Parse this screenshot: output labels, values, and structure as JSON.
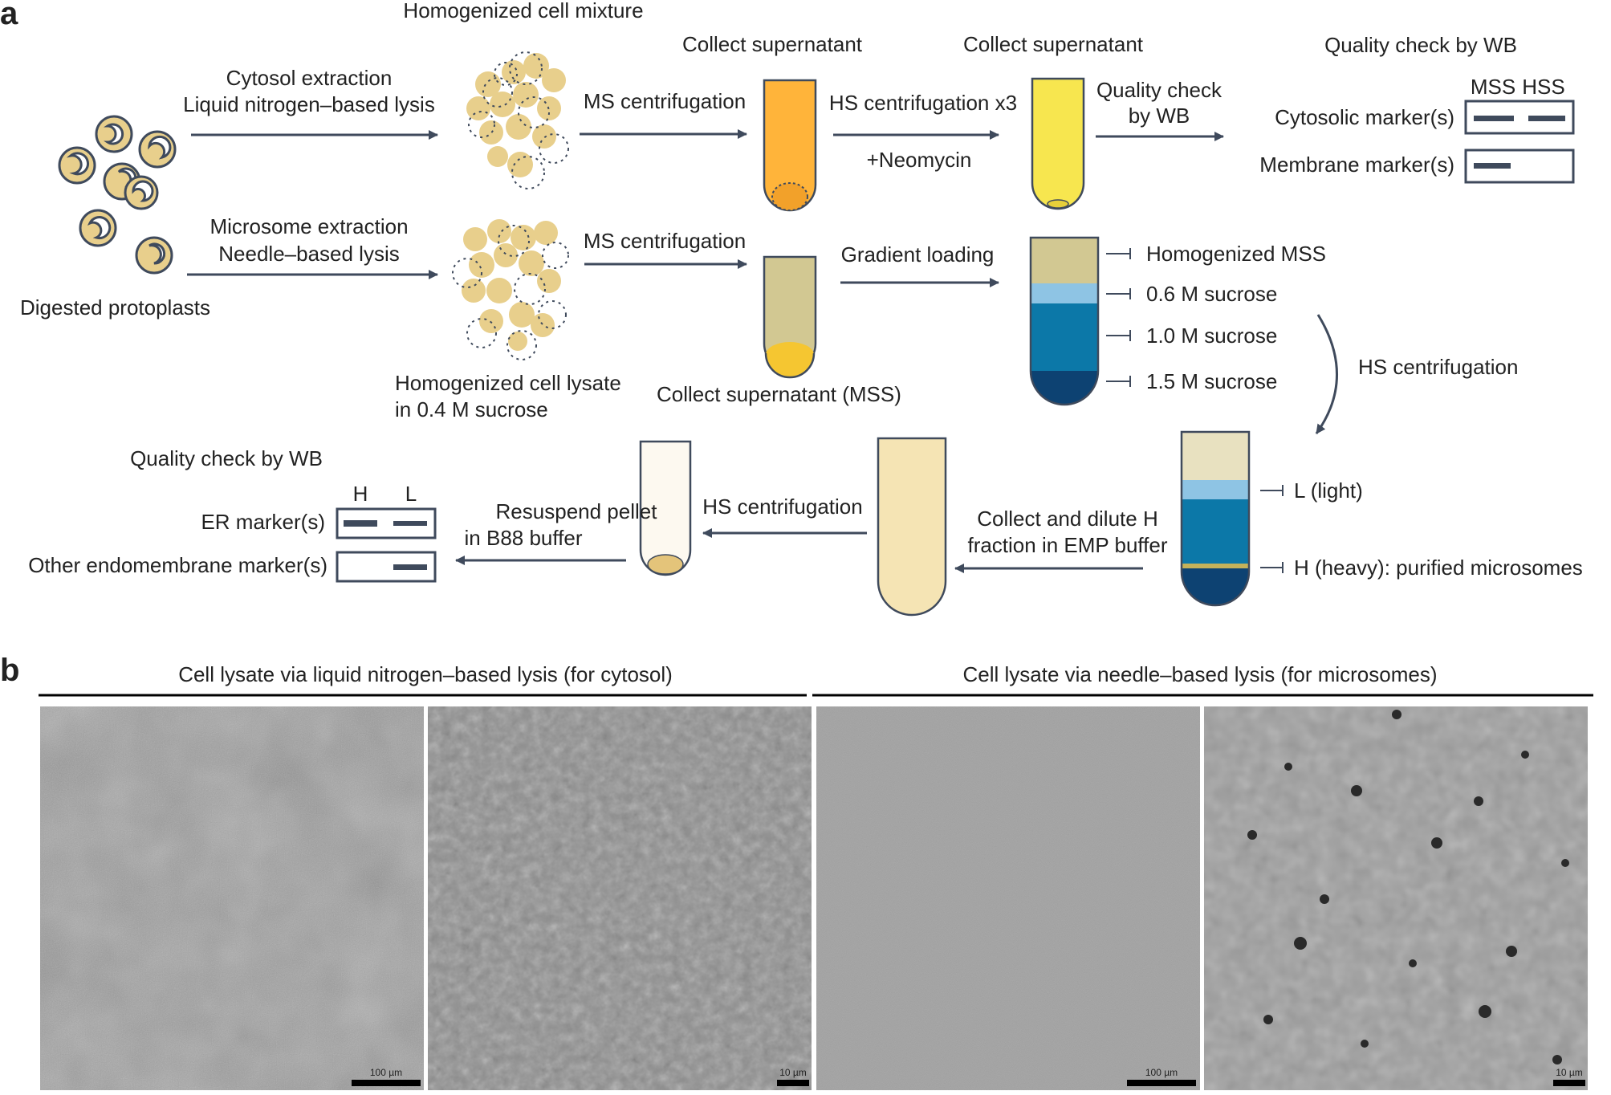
{
  "panel_a": {
    "letter": "a",
    "digested_protoplasts": "Digested protoplasts",
    "cytosol": {
      "extraction_line1": "Cytosol extraction",
      "extraction_line2": "Liquid nitrogen–based lysis",
      "mixture_label": "Homogenized cell mixture",
      "ms_centrifugation": "MS centrifugation",
      "collect_supernatant_1": "Collect supernatant",
      "hs_centrifugation_x3": "HS centrifugation x3",
      "neomycin": "+Neomycin",
      "collect_supernatant_2": "Collect supernatant",
      "qc_line1": "Quality check",
      "qc_line2": "by WB",
      "wb_title": "Quality check by WB",
      "wb_col_mss": "MSS",
      "wb_col_hss": "HSS",
      "wb_row_cytosolic": "Cytosolic marker(s)",
      "wb_row_membrane": "Membrane marker(s)"
    },
    "microsome": {
      "extraction_line1": "Microsome extraction",
      "extraction_line2": "Needle–based lysis",
      "lysate_line1": "Homogenized cell lysate",
      "lysate_line2": "in 0.4 M sucrose",
      "ms_centrifugation": "MS centrifugation",
      "collect_mss": "Collect supernatant (MSS)",
      "gradient_loading": "Gradient loading",
      "layer_mss": "Homogenized MSS",
      "layer_06": "0.6 M sucrose",
      "layer_10": "1.0 M sucrose",
      "layer_15": "1.5 M sucrose",
      "hs_centrifugation": "HS centrifugation",
      "fraction_light": "L (light)",
      "fraction_heavy": "H (heavy): purified microsomes",
      "collect_dilute_line1": "Collect and dilute H",
      "collect_dilute_line2": "fraction in EMP buffer",
      "hs_centrifugation_2": "HS centrifugation",
      "resuspend_line1": "Resuspend pellet",
      "resuspend_line2": "in B88 buffer",
      "wb_title": "Quality check by WB",
      "wb_col_h": "H",
      "wb_col_l": "L",
      "wb_row_er": "ER marker(s)",
      "wb_row_other": "Other endomembrane marker(s)"
    }
  },
  "panel_b": {
    "letter": "b",
    "group_left": "Cell lysate via liquid nitrogen–based lysis (for cytosol)",
    "group_right": "Cell lysate via needle–based lysis (for microsomes)",
    "scale_1": "100 µm",
    "scale_2": "10 µm",
    "scale_3": "100 µm",
    "scale_4": "10 µm"
  },
  "colors": {
    "arrow": "#3f4a5c",
    "cell_fill": "#e8cf8c",
    "tube_orange": "#ffb43a",
    "tube_yellow": "#f7e64f",
    "tube_khaki": "#d2c892",
    "sucrose_06": "#8ec4e4",
    "sucrose_10": "#0c78a8",
    "sucrose_15": "#0d4272"
  }
}
